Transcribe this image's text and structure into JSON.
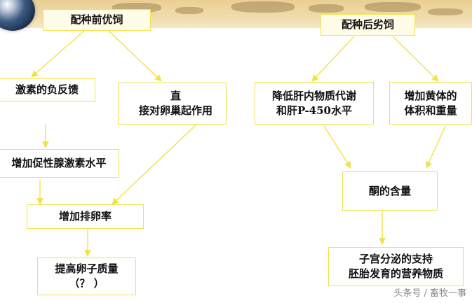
{
  "title_left": "配种前优饲",
  "title_right": "配种后劣饲",
  "left": {
    "hormone_feedback": "激素的负反馈",
    "direct_action": "直\n接对卵巢起作用",
    "increase_gonadotropin": "增加促性腺激素水平",
    "increase_ovulation": "增加排卵率",
    "improve_egg_quality": "提高卵子质量\n（？ ）"
  },
  "right": {
    "liver_metabolism": "降低肝内物质代谢\n和肝P-450水平",
    "corpus_luteum": "增加黄体的\n体积和重量",
    "ketone_content": "酮的含量",
    "uterine_support": "子宫分泌的支持\n胚胎发育的营养物质"
  },
  "watermark": "头条号 / 畜牧一事",
  "colors": {
    "box_border": "#f2e24a",
    "arrow": "#f2e24a",
    "banner": "#e9cf95"
  }
}
